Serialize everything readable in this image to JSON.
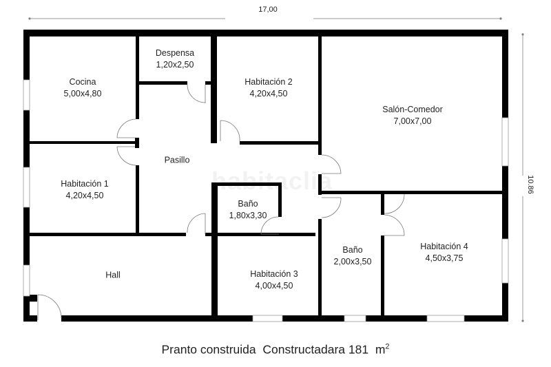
{
  "dimensions": {
    "width_label": "17,00",
    "height_label": "10.86"
  },
  "rooms": [
    {
      "id": "cocina",
      "name": "Cocina",
      "size": "5,00x4,80"
    },
    {
      "id": "despensa",
      "name": "Despensa",
      "size": "1,20x2,50"
    },
    {
      "id": "habitacion-2",
      "name": "Habitación 2",
      "size": "4,20x4,50"
    },
    {
      "id": "salon-comedor",
      "name": "Salón-Comedor",
      "size": "7,00x7,00"
    },
    {
      "id": "pasillo",
      "name": "Pasillo",
      "size": ""
    },
    {
      "id": "habitacion-1",
      "name": "Habitación 1",
      "size": "4,20x4,50"
    },
    {
      "id": "bano-1",
      "name": "Baño",
      "size": "1,80x3,30"
    },
    {
      "id": "hall",
      "name": "Hall",
      "size": ""
    },
    {
      "id": "habitacion-3",
      "name": "Habitación 3",
      "size": "4,00x4,50"
    },
    {
      "id": "bano-2",
      "name": "Baño",
      "size": "2,00x3,50"
    },
    {
      "id": "habitacion-4",
      "name": "Habitación 4",
      "size": "4,50x3,75"
    }
  ],
  "footer": {
    "text": "Pranto construida  Constructadara 181",
    "unit": "m",
    "unit_sup": "2"
  },
  "watermark": "habitaclia",
  "colors": {
    "wall": "#000000",
    "window": "#ffffff",
    "door_line": "#888888",
    "dim_line": "#999999"
  }
}
